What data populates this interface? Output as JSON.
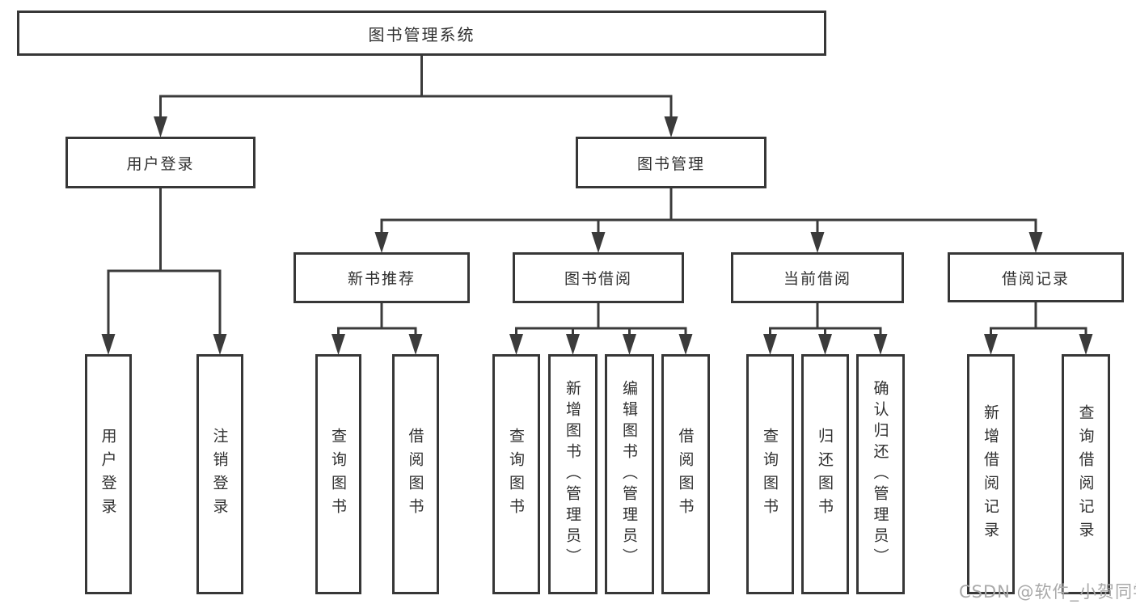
{
  "colors": {
    "line": "#3b3b3b",
    "box_border": "#373737",
    "text": "#303030",
    "watermark": "#a9a9a9",
    "background": "#ffffff"
  },
  "watermark": {
    "text": "CSDN @软件_小贺同学"
  },
  "tree": {
    "root": "图书管理系统",
    "children": [
      {
        "label": "用户登录",
        "children": [
          {
            "label": "用户登录"
          },
          {
            "label": "注销登录"
          }
        ]
      },
      {
        "label": "图书管理",
        "children": [
          {
            "label": "新书推荐",
            "children": [
              {
                "label": "查询图书"
              },
              {
                "label": "借阅图书"
              }
            ]
          },
          {
            "label": "图书借阅",
            "children": [
              {
                "label": "查询图书"
              },
              {
                "label": "新增图书（管理员）"
              },
              {
                "label": "编辑图书（管理员）"
              },
              {
                "label": "借阅图书"
              }
            ]
          },
          {
            "label": "当前借阅",
            "children": [
              {
                "label": "查询图书"
              },
              {
                "label": "归还图书"
              },
              {
                "label": "确认归还（管理员）"
              }
            ]
          },
          {
            "label": "借阅记录",
            "children": [
              {
                "label": "新增借阅记录"
              },
              {
                "label": "查询借阅记录"
              }
            ]
          }
        ]
      }
    ]
  }
}
